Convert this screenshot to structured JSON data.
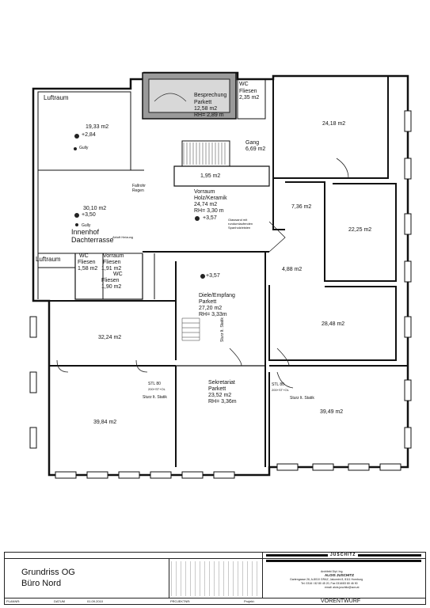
{
  "rooms": {
    "luftraum_top": "Luftraum",
    "roof_area": "19,33 m2",
    "roof_level": "+2,84",
    "gully1": "Gully",
    "roof_drain": "Fallrohr Regen",
    "gully2": "Gully",
    "innenhof_area": "30,10 m2",
    "innenhof_level": "+3,50",
    "innenhof_name1": "Innenhof",
    "innenhof_name2": "Dachterrasse",
    "luftraum_bottom": "Luftraum",
    "abluft": "Abluft Heizung",
    "bespr_name": "Besprechung",
    "bespr_floor": "Parkett",
    "bespr_area": "12,58 m2",
    "bespr_height": "RH= 2,89 m",
    "wc1_name": "WC",
    "wc1_floor": "Fliesen",
    "wc1_area": "2,35 m2",
    "gang_name": "Gang",
    "gang_area": "6,69 m2",
    "room_1_95": "1,95 m2",
    "vorraum_name": "Vorraum",
    "vorraum_floor": "Holz/Keramik",
    "vorraum_area": "24,74 m2",
    "vorraum_height": "RH= 3,30 m",
    "vorraum_level": "+3,57",
    "glaswand": "Glaswand mit rundumlaufenden Spanholzleisten",
    "room_7_36": "7,36 m2",
    "room_24_18": "24,18 m2",
    "room_22_25": "22,25 m2",
    "room_4_88": "4,88 m2",
    "wc2_name": "WC",
    "wc2_floor": "Fliesen",
    "wc2_area": "1,58 m2",
    "vorraum2_name": "Vorraum",
    "vorraum2_floor": "Fliesen",
    "vorraum2_area": "1,91 m2",
    "wc3_name": "WC",
    "wc3_floor": "Fliesen",
    "wc3_area": "1,90 m2",
    "dl_level": "+3,57",
    "diele_name": "Diele/Empfang",
    "diele_floor": "Parkett",
    "diele_area": "27,20 m2",
    "diele_height": "RH= 3,33m",
    "room_32_24": "32,24 m2",
    "room_28_48": "28,48 m2",
    "sekr_name": "Sekretariat",
    "sekr_floor": "Parkett",
    "sekr_area": "23,52 m2",
    "sekr_height": "RH= 3,36m",
    "stl_left": "STL 80",
    "stl_left_sub": "200+ST+OL",
    "sturz_left": "Sturz lt. Statik",
    "stl_right": "STL 80",
    "stl_right_sub": "200+ST+OL",
    "sturz_right": "Sturz lt. Statik",
    "sturz_mid": "Sturz lt. Statik",
    "room_39_84": "39,84 m2",
    "room_39_49": "39,49 m2"
  },
  "titleblock": {
    "title": "Grundriss OG",
    "subtitle": "Büro Nord",
    "plannr_label": "PLANNR:",
    "datum_label": "DATUM",
    "datum_value": "01.09.2010",
    "projektnr_label": "PROJEKTNR:",
    "projekt_label": "Projekt:",
    "architect_title": "Architekt Dipl. Ing.",
    "architect_name": "ALOIS JUSCHITZ",
    "architect_addr": "Gartengasse 26, A-8010 GRAZ, Jakomini 8, 8111 Hornburg",
    "architect_tel": "Tel. 0316 / 82 80 45 20, Fax 0316/83 80 46 90",
    "architect_mail": "email: alois.juschitz@aon.at",
    "stage": "VORENTWURF",
    "logo": "JUSCHITZ"
  }
}
